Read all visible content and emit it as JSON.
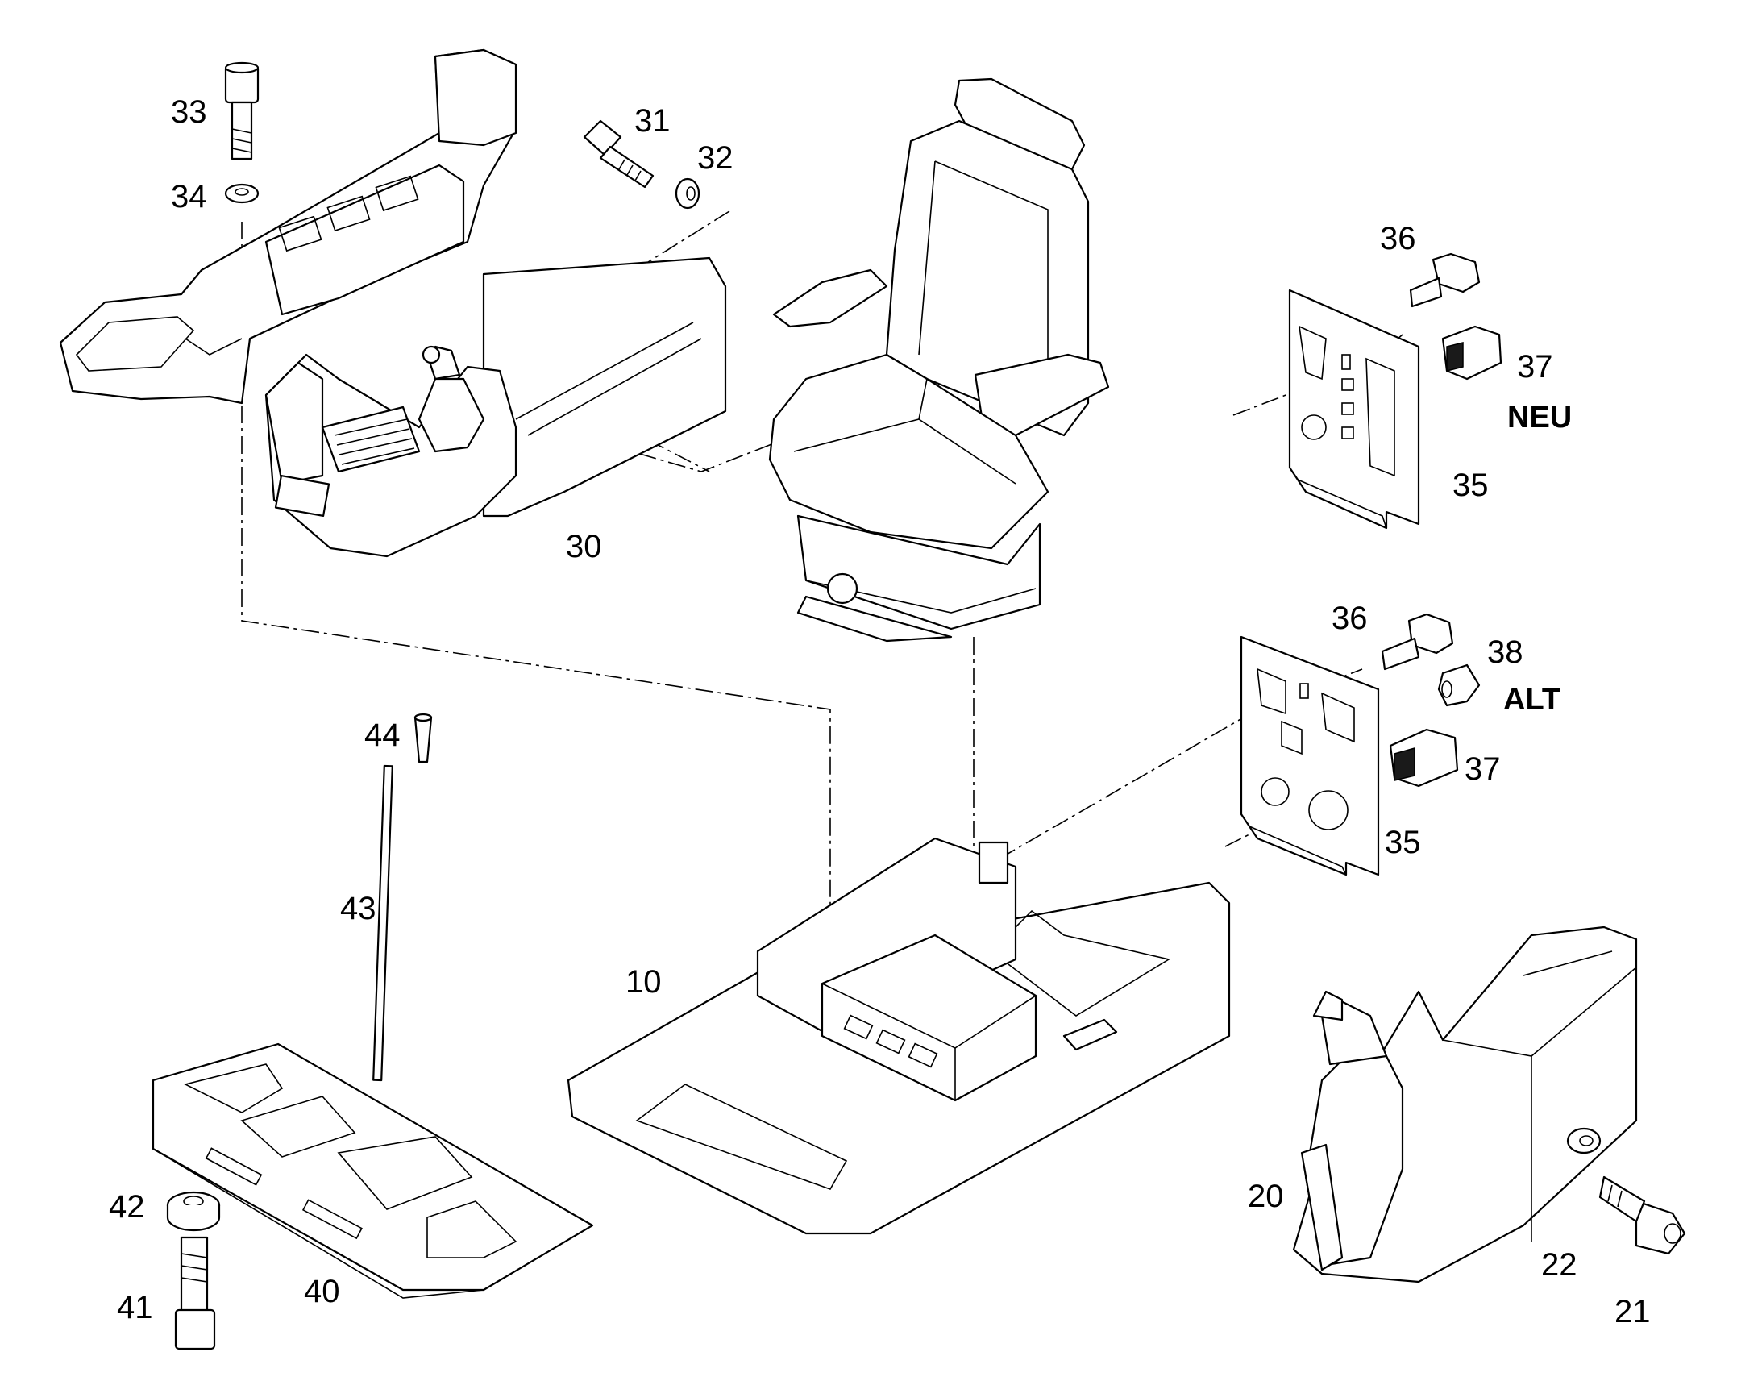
{
  "callouts": {
    "c10": "10",
    "c20": "20",
    "c21": "21",
    "c22": "22",
    "c30": "30",
    "c31": "31",
    "c32": "32",
    "c33": "33",
    "c34": "34",
    "c35a": "35",
    "c36a": "36",
    "c37a": "37",
    "c35b": "35",
    "c36b": "36",
    "c37b": "37",
    "c38": "38",
    "c40": "40",
    "c41": "41",
    "c42": "42",
    "c43": "43",
    "c44": "44"
  },
  "variants": {
    "new": "NEU",
    "old": "ALT"
  }
}
